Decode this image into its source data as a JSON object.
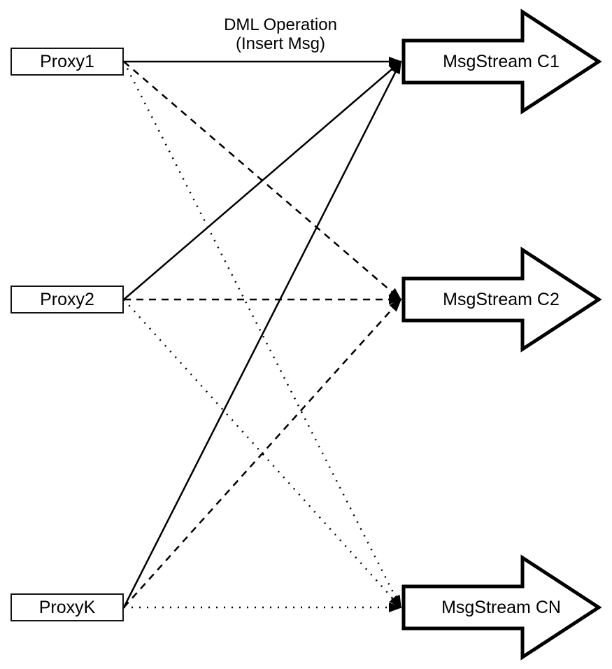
{
  "diagram": {
    "annotation": {
      "text": "DML Operation\n(Insert Msg)"
    },
    "proxies": [
      {
        "id": "proxy1",
        "label": "Proxy1"
      },
      {
        "id": "proxy2",
        "label": "Proxy2"
      },
      {
        "id": "proxyk",
        "label": "ProxyK"
      }
    ],
    "streams": [
      {
        "id": "c1",
        "label": "MsgStream C1"
      },
      {
        "id": "c2",
        "label": "MsgStream C2"
      },
      {
        "id": "cn",
        "label": "MsgStream CN"
      }
    ],
    "edges": [
      {
        "from": "proxy1",
        "to": "c1",
        "style": "solid"
      },
      {
        "from": "proxy1",
        "to": "c2",
        "style": "dashed"
      },
      {
        "from": "proxy1",
        "to": "cn",
        "style": "dotted"
      },
      {
        "from": "proxy2",
        "to": "c1",
        "style": "solid"
      },
      {
        "from": "proxy2",
        "to": "c2",
        "style": "dashed"
      },
      {
        "from": "proxy2",
        "to": "cn",
        "style": "dotted"
      },
      {
        "from": "proxyk",
        "to": "c1",
        "style": "solid"
      },
      {
        "from": "proxyk",
        "to": "c2",
        "style": "dashed"
      },
      {
        "from": "proxyk",
        "to": "cn",
        "style": "dotted"
      }
    ],
    "colors": {
      "stroke": "#000000",
      "fill": "#ffffff"
    }
  }
}
